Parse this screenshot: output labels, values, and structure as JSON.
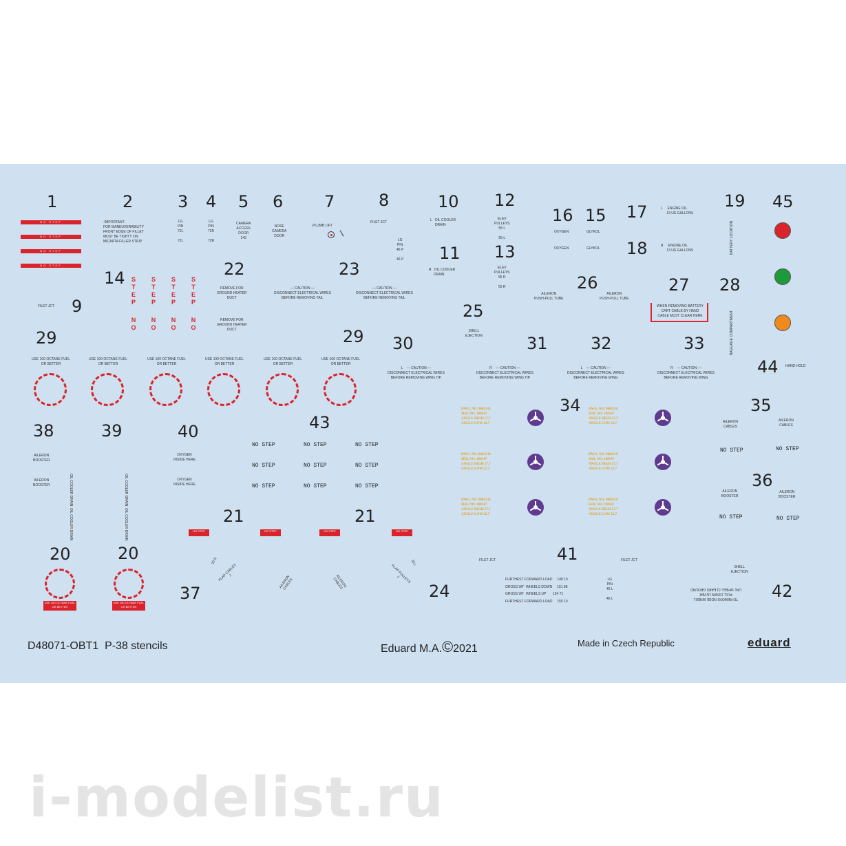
{
  "numbers": {
    "n1": "1",
    "n2": "2",
    "n3": "3",
    "n4": "4",
    "n5": "5",
    "n6": "6",
    "n7": "7",
    "n8": "8",
    "n9": "9",
    "n10": "10",
    "n11": "11",
    "n12": "12",
    "n13": "13",
    "n14": "14",
    "n15": "15",
    "n16": "16",
    "n17": "17",
    "n18": "18",
    "n19": "19",
    "n20a": "20",
    "n20b": "20",
    "n21a": "21",
    "n21b": "21",
    "n22": "22",
    "n23": "23",
    "n24": "24",
    "n25": "25",
    "n26": "26",
    "n27": "27",
    "n28": "28",
    "n29a": "29",
    "n29b": "29",
    "n30": "30",
    "n31": "31",
    "n32": "32",
    "n33": "33",
    "n34": "34",
    "n35": "35",
    "n36": "36",
    "n37": "37",
    "n38": "38",
    "n39": "39",
    "n40": "40",
    "n41": "41",
    "n42": "42",
    "n43": "43",
    "n44": "44",
    "n45": "45"
  },
  "stencils": {
    "no_step_bar": "NO STEP",
    "important": "-IMPORTANT-\nFOR MANEUVERABILITY\nFRONT EDGE OF FILLET\nMUST BE TIGHTY ON\nMICARTA FILLER STRIP",
    "lg_pin_72l": "LG\nPIN\n72L\n\n72L",
    "lg_pin_72r": "LG\nPIN\n72R\n\n72R",
    "camera_access": "CAMERA\nACCESS\nDOOR\n142",
    "nose_camera": "NOSE\nCAMERA\nDOOR",
    "plumb_lift": "PLUMB LIFT",
    "filet_jct": "FILET JCT",
    "lg_pin_46p": "LG\nPIN\n46 P\n\n46 P",
    "oil_cooler_l": "L   OIL COOLER\n     DRAIN",
    "oil_cooler_r": "R   OIL COOLER\n     DRAIN",
    "elev_55l": "ELEV\nPULLEYS\n55 L\n\n55 L",
    "elev_55r": "ELEV\nPULLEYS\n55 R\n\n55 R",
    "oxygen": "OXYGEN",
    "glykol": "GLYKOL",
    "engine_oil_l": "L     ENGINE OIL\n      13 US GALLONS",
    "engine_oil_r": "R     ENGINE OIL\n      13 US GALLONS",
    "battery_location": "BATTERY LOCATION",
    "baggage": "BAGGAGE COMPARTMENT",
    "hand_hold": "HAND HOLD",
    "step_vertical": "STEP",
    "no_vertical": "NO",
    "remove_heater": "REMOVE FOR\nGROUND HEATER\nDUCT",
    "caution_tail": "— CAUTION —\nDISCONNECT ELECTRICAL WIRES\nBEFORE REMOVING TAIL",
    "shell_ejection": "SHELL\nEJECTION",
    "aileron_pushpull": "AILERON\nPUSH-PULL TUBE",
    "battery_cart": "WHEN REMOVING BATTERY\nCART CABLE BY HAND\nCABLE MUST CLEAR HERE",
    "use_100": "USE 100 OCTANE\nFUEL OR BETTER",
    "caution_wing_tip_l": "L    — CAUTION —\nDISCONNECT ELECTRICAL WIRES\nBEFORE REMOVING WING TIP",
    "caution_wing_tip_r": "R    — CAUTION —\nDISCONNECT ELECTRICAL WIRES\nBEFORE REMOVING WING TIP",
    "caution_wing_l": "L    — CAUTION —\nDISCONNECT ELECTRICAL WIRES\nBEFORE REMOVING WING",
    "caution_wing_r": "R    — CAUTION —\nDISCONNECT ELECTRICAL WIRES\nBEFORE REMOVING WING",
    "dwg": "DWG. NO. 96023-R\nSER. NO. 100147\nANGLE HIGH 57.7\nANGLE LOW 22.7",
    "aileron_booster": "AILERON\nBOOSTER",
    "oil_cooler_drain": "OIL COOLER\nDRAIN",
    "oxygen_inside": "OXYGEN\nINSIDE HERE",
    "no_step": "NO STEP",
    "aileron_cables": "AILERON\nCABLES",
    "flap_cables": "FLAP CABLES\nJ",
    "flap_pulleys": "FLAP PULLEYS\nJ",
    "pin_30r": "30 R",
    "pin_30l": "30 L",
    "lg_pin_46l": "LG\nPIN\n46 L\n\n46 L",
    "load_table": "FURTHEST FORWARD LOAD     148 19\nGROSS WT  WHEELS DOWN     151 88\nGROSS WT  WHEELS UP       154 71\nFURTHEST FORWARD LOAD     155 19",
    "nose_wheel": "TO REMOVE NOSE WHEEL\nPULL DOWN LEVER\nUNL WHEEL CLEARS GROUND"
  },
  "colors": {
    "sheet": "#cfe0f0",
    "red": "#d9242b",
    "green": "#1e9a3a",
    "orange": "#ee8a1e",
    "purple": "#5e3b8f",
    "yellow": "#e0a21c"
  },
  "footer": {
    "code": "D48071-OBT1",
    "title": "P-38 stencils",
    "maker": "Eduard M.A.",
    "copyright": "©",
    "year": "2021",
    "origin": "Made in Czech Republic",
    "brand": "eduard"
  },
  "watermark": "i-modelist.ru"
}
